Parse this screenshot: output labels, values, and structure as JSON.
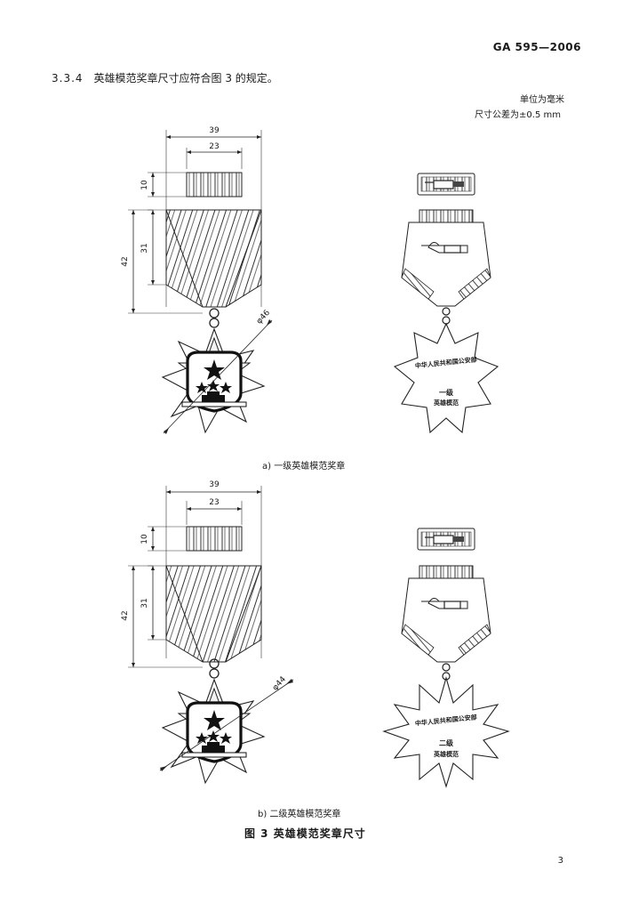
{
  "header": {
    "standard_number": "GA 595—2006"
  },
  "clause": {
    "number": "3.3.4",
    "text": "英雄模范奖章尺寸应符合图 3 的规定。"
  },
  "notes": {
    "unit": "单位为毫米",
    "tolerance": "尺寸公差为±0.5 mm"
  },
  "figure": {
    "title": "图 3   英雄模范奖章尺寸",
    "panel_a": {
      "caption": "a)   一级英雄模范奖章",
      "dims": {
        "total_width": "39",
        "bar_width": "23",
        "bar_height": "10",
        "ribbon_height": "31",
        "overall_height": "42",
        "diameter": "φ46"
      },
      "back_text": {
        "grade": "一级",
        "title": "英雄模范",
        "ring": "中华人民共和国公安部"
      }
    },
    "panel_b": {
      "caption": "b)   二级英雄模范奖章",
      "dims": {
        "total_width": "39",
        "bar_width": "23",
        "bar_height": "10",
        "ribbon_height": "31",
        "overall_height": "42",
        "diameter": "φ44"
      },
      "back_text": {
        "grade": "二级",
        "title": "英雄模范",
        "ring": "中华人民共和国公安部"
      }
    }
  },
  "page_number": "3"
}
